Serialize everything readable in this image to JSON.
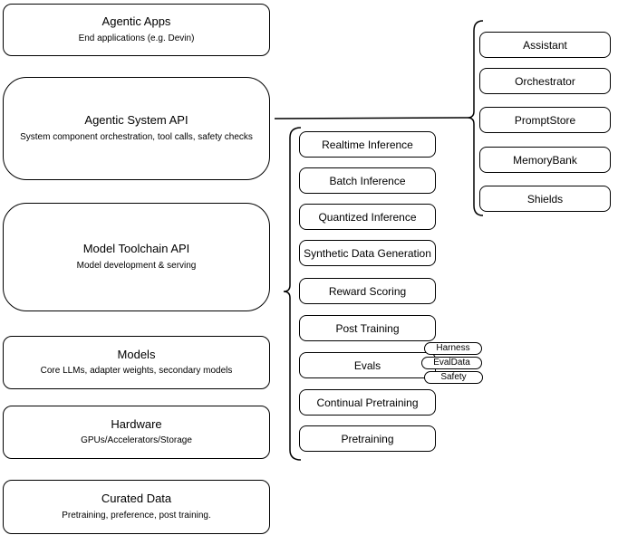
{
  "diagram": {
    "title_hint": "Agentic system stack diagram",
    "colors": {
      "stroke": "#000000",
      "background": "#ffffff",
      "text": "#000000"
    },
    "left_stack": [
      {
        "title": "Agentic Apps",
        "subtitle": "End applications (e.g. Devin)"
      },
      {
        "title": "Agentic System API",
        "subtitle": "System component orchestration, tool calls, safety checks"
      },
      {
        "title": "Model Toolchain API",
        "subtitle": "Model development & serving"
      },
      {
        "title": "Models",
        "subtitle": "Core LLMs, adapter weights, secondary models"
      },
      {
        "title": "Hardware",
        "subtitle": "GPUs/Accelerators/Storage"
      },
      {
        "title": "Curated Data",
        "subtitle": "Pretraining, preference, post training."
      }
    ],
    "toolchain_group": {
      "boxes": [
        "Realtime Inference",
        "Batch Inference",
        "Quantized Inference",
        "Synthetic Data Generation",
        "Reward Scoring",
        "Post Training",
        "Evals",
        "Continual Pretraining",
        "Pretraining"
      ],
      "eval_pills": [
        "Harness",
        "EvalData",
        "Safety"
      ]
    },
    "system_group": {
      "boxes": [
        "Assistant",
        "Orchestrator",
        "PromptStore",
        "MemoryBank",
        "Shields"
      ]
    }
  }
}
